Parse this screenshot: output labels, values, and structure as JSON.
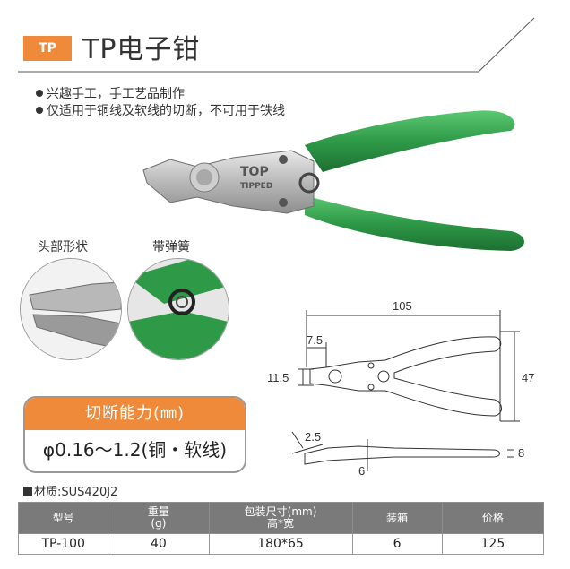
{
  "header": {
    "badge": "TP",
    "title": "TP电子钳"
  },
  "bullets": [
    "兴趣手工，手工艺品制作",
    "仅适用于铜线及软线的切断，不可用于铁线"
  ],
  "tool_stamp": {
    "line1": "TOP",
    "line2": "TIPPED"
  },
  "captions": {
    "head_shape": "头部形状",
    "spring": "带弹簧"
  },
  "dimensions": {
    "length": "105",
    "tip_length": "7.5",
    "head_height": "11.5",
    "height": "47",
    "angle": "2.5",
    "thickness": "8",
    "jaw": "6"
  },
  "capacity": {
    "heading": "切断能力(㎜)",
    "value": "φ0.16～1.2(铜・软线)"
  },
  "material": "材质:SUS420J2",
  "table": {
    "headers": [
      {
        "line1": "型号",
        "line2": ""
      },
      {
        "line1": "重量",
        "line2": "(g)"
      },
      {
        "line1": "包装尺寸(mm)",
        "line2": "高*宽"
      },
      {
        "line1": "装箱",
        "line2": ""
      },
      {
        "line1": "价格",
        "line2": ""
      }
    ],
    "rows": [
      [
        "TP-100",
        "40",
        "180*65",
        "6",
        "125"
      ]
    ]
  },
  "colors": {
    "accent": "#ef8a3a",
    "handle_green": "#2e9a48",
    "table_header": "#7a7a7a"
  }
}
